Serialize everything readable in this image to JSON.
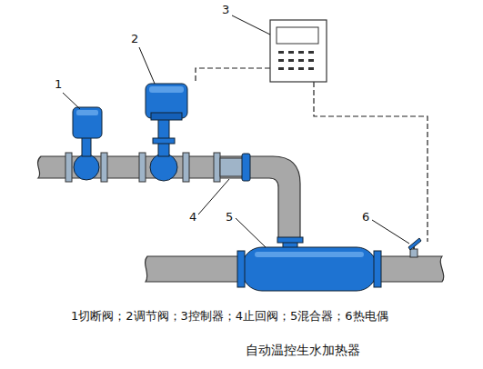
{
  "diagram": {
    "caption": "自动温控生水加热器",
    "labels": [
      "1",
      "2",
      "3",
      "4",
      "5",
      "6",
      "1切断阀；2调节阀；3控制器；4止回阀；5混合器；6热电偶"
    ]
  }
}
